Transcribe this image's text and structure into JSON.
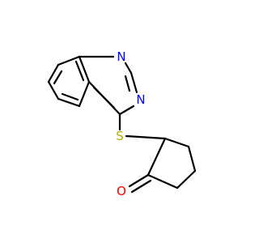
{
  "molecule": {
    "atoms": {
      "n1": {
        "symbol": "N",
        "color": "#0000ff"
      },
      "n3": {
        "symbol": "N",
        "color": "#0000ff"
      },
      "s": {
        "symbol": "S",
        "color": "#b2b200"
      },
      "o": {
        "symbol": "O",
        "color": "#ff0000"
      }
    }
  }
}
